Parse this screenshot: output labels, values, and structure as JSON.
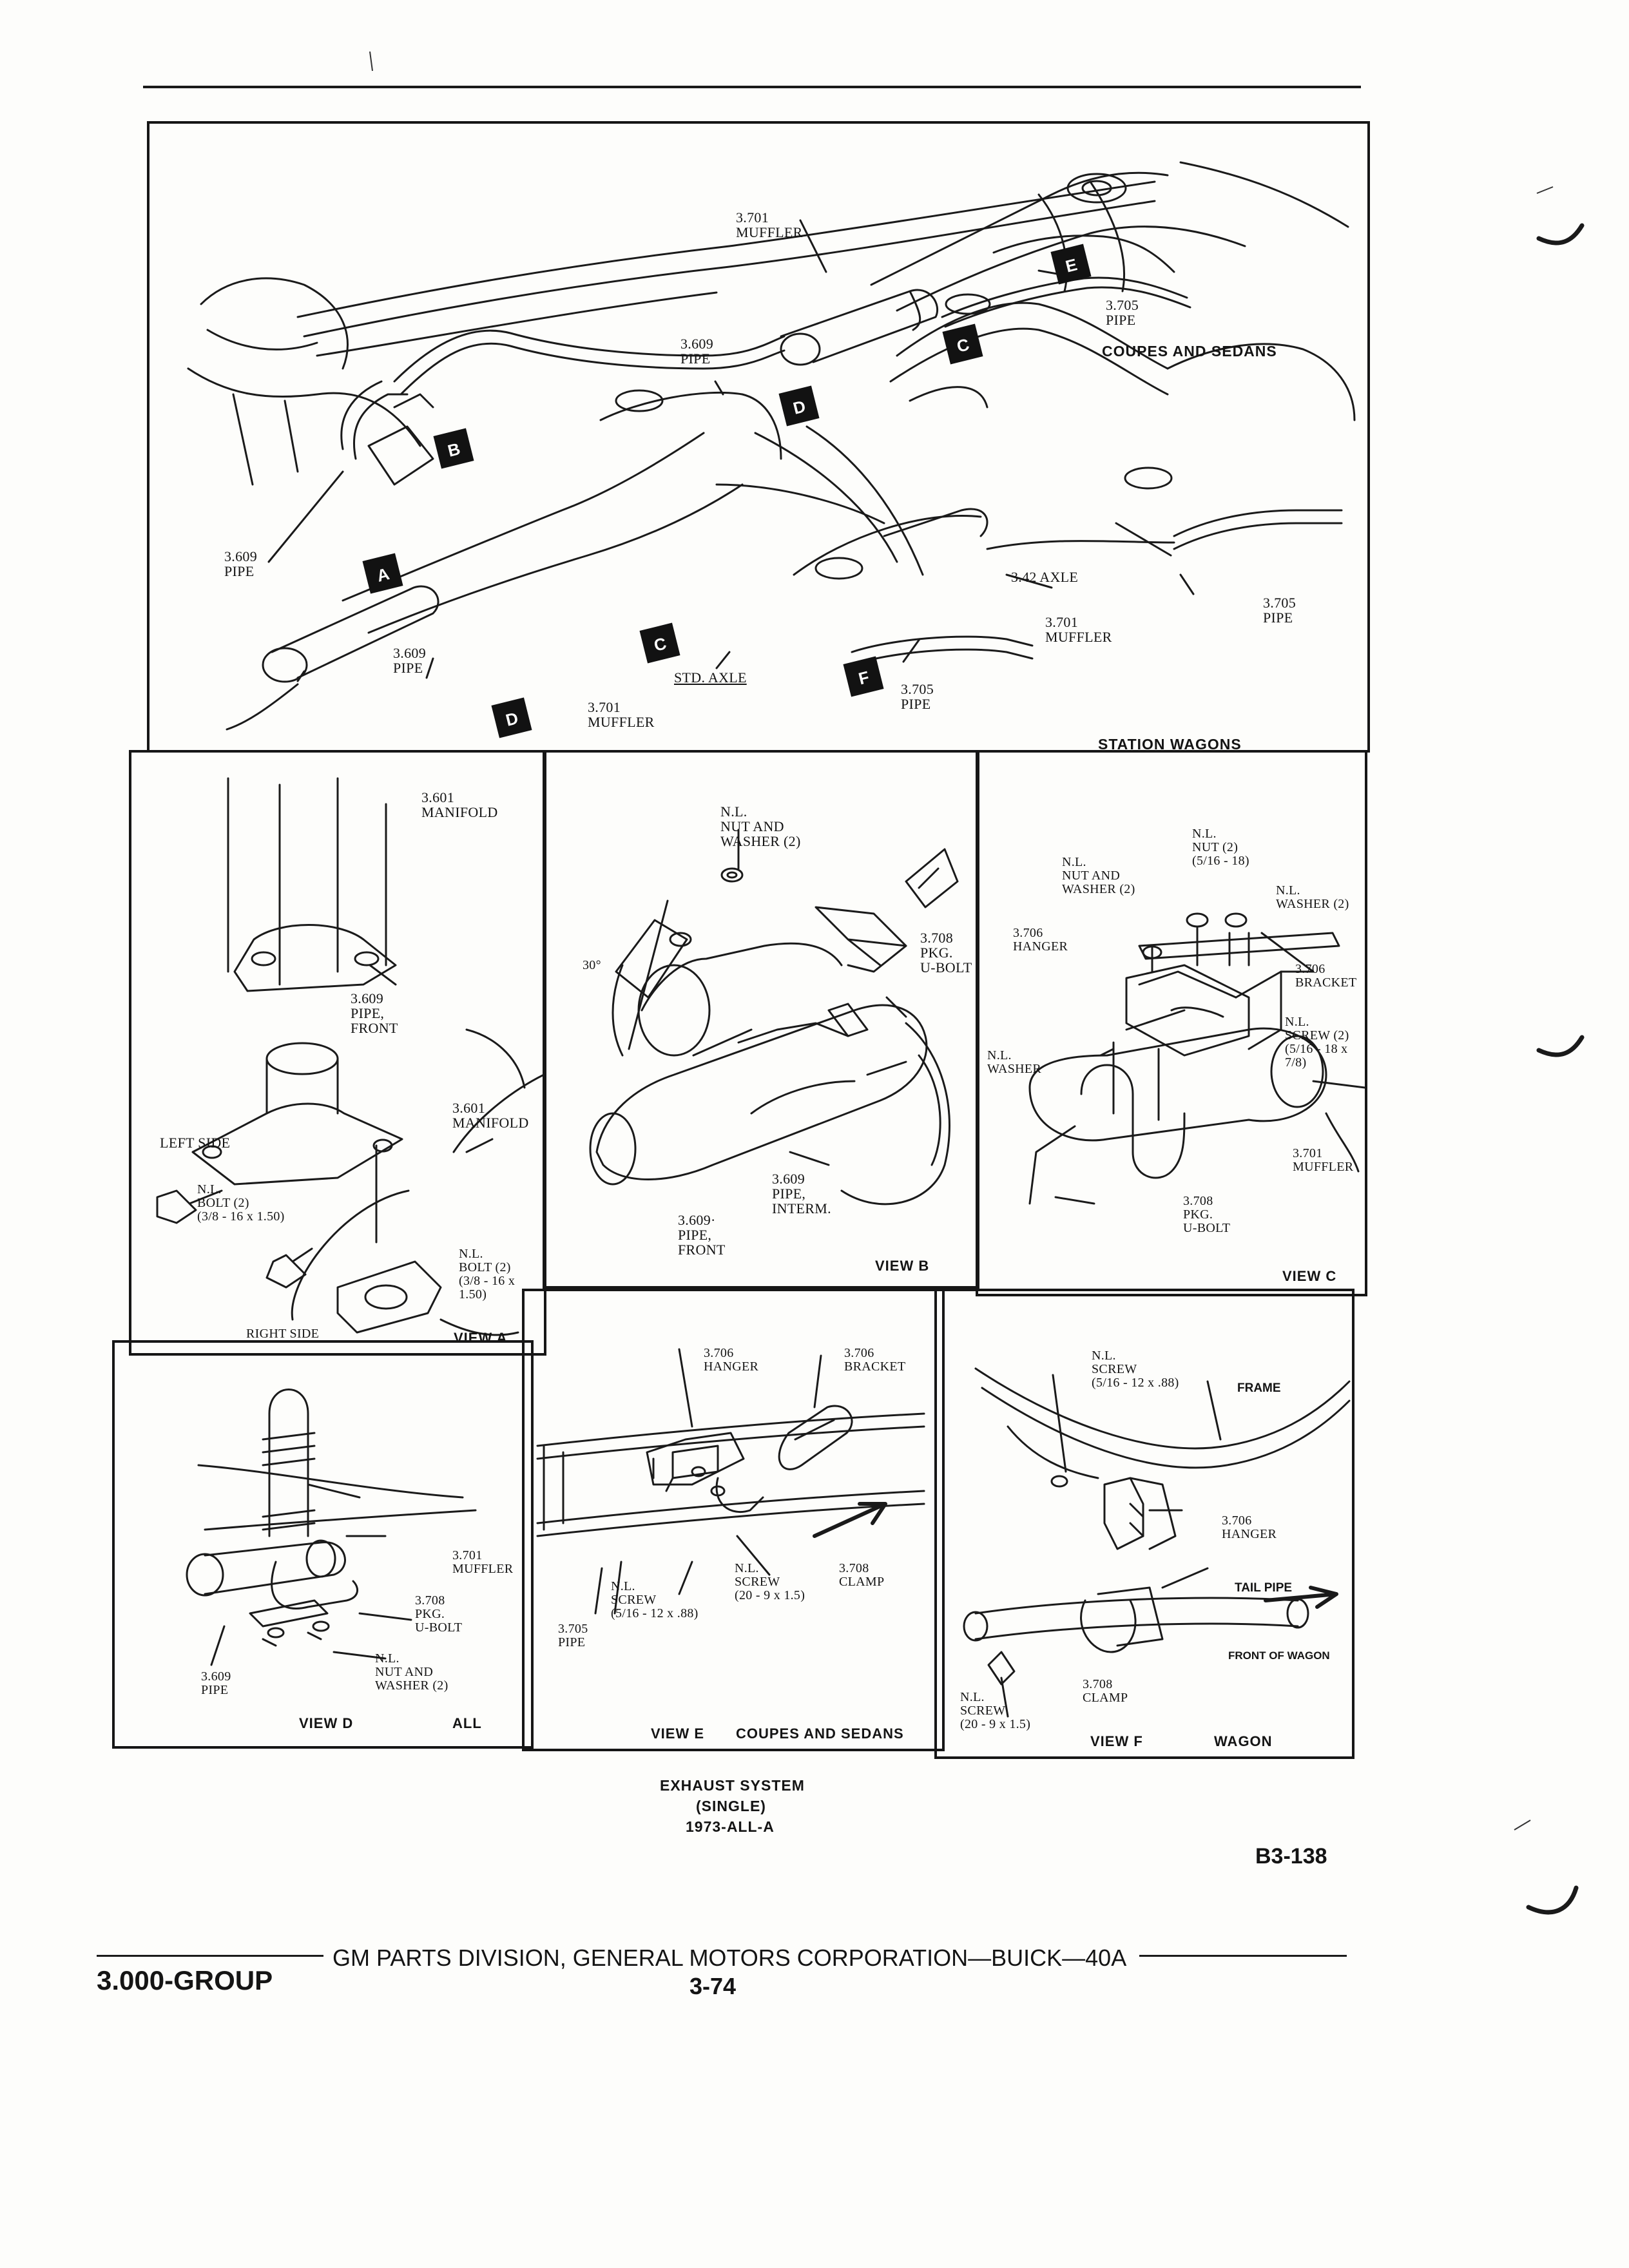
{
  "main_diagram": {
    "labels": {
      "muffler_top": "3.701\nMUFFLER",
      "pipe_3705_top": "3.705\nPIPE",
      "coupes_and_sedans": "COUPES AND SEDANS",
      "pipe_3609_mid": "3.609\nPIPE",
      "pipe_3609_left": "3.609\nPIPE",
      "axle_342": "3.42 AXLE",
      "muffler_right": "3.701\nMUFFLER",
      "pipe_3705_right": "3.705\nPIPE",
      "pipe_3609_lower": "3.609\nPIPE",
      "std_axle": "STD. AXLE",
      "pipe_3705_lower": "3.705\nPIPE",
      "muffler_lower": "3.701\nMUFFLER",
      "station_wagons": "STATION WAGONS"
    },
    "view_tags": [
      "A",
      "B",
      "C",
      "C",
      "D",
      "D",
      "E",
      "F"
    ]
  },
  "view_a": {
    "labels": {
      "manifold_top": "3.601\nMANIFOLD",
      "pipe_front": "3.609\nPIPE,\nFRONT",
      "manifold_right": "3.601\nMANIFOLD",
      "left_side": "LEFT SIDE",
      "bolt_left": "N.L.\nBOLT (2)\n(3/8 - 16 x 1.50)",
      "bolt_right": "N.L.\nBOLT (2)\n(3/8 - 16 x\n1.50)",
      "right_side": "RIGHT SIDE"
    },
    "caption": "VIEW A"
  },
  "view_b": {
    "labels": {
      "nut_washer": "N.L.\nNUT AND\nWASHER (2)",
      "ubolt": "3.708\nPKG.\nU-BOLT",
      "angle": "30°",
      "pipe_interm": "3.609\nPIPE,\nINTERM.",
      "pipe_front": "3.609·\nPIPE,\nFRONT"
    },
    "caption": "VIEW B"
  },
  "view_c": {
    "labels": {
      "nut": "N.L.\nNUT (2)\n(5/16 - 18)",
      "nut_washer": "N.L.\nNUT AND\nWASHER (2)",
      "washer_right": "N.L.\nWASHER (2)",
      "hanger": "3.706\nHANGER",
      "bracket": "3.706\nBRACKET",
      "screw": "N.L.\nSCREW (2)\n(5/16 - 18 x\n7/8)",
      "washer_left": "N.L.\nWASHER",
      "muffler": "3.701\nMUFFLER",
      "ubolt": "3.708\nPKG.\nU-BOLT"
    },
    "caption": "VIEW C"
  },
  "view_d": {
    "labels": {
      "muffler": "3.701\nMUFFLER",
      "ubolt": "3.708\nPKG.\nU-BOLT",
      "pipe": "3.609\nPIPE",
      "nut_washer": "N.L.\nNUT AND\nWASHER (2)"
    },
    "caption": "VIEW D",
    "caption_right": "ALL"
  },
  "view_e": {
    "labels": {
      "hanger": "3.706\nHANGER",
      "bracket": "3.706\nBRACKET",
      "screw_small": "N.L.\nSCREW\n(20 - 9 x 1.5)",
      "clamp": "3.708\nCLAMP",
      "screw_large": "N.L.\nSCREW\n(5/16 - 12 x .88)",
      "pipe": "3.705\nPIPE"
    },
    "caption": "VIEW E",
    "caption_right": "COUPES AND SEDANS"
  },
  "view_f": {
    "labels": {
      "screw_top": "N.L.\nSCREW\n(5/16 - 12 x .88)",
      "frame": "FRAME",
      "hanger": "3.706\nHANGER",
      "tail_pipe": "TAIL PIPE",
      "front_of_wagon": "FRONT OF WAGON",
      "clamp": "3.708\nCLAMP",
      "screw_bottom": "N.L.\nSCREW\n(20 - 9 x 1.5)"
    },
    "caption": "VIEW F",
    "caption_right": "WAGON"
  },
  "figure_title": {
    "line1": "EXHAUST SYSTEM",
    "line2": "(SINGLE)",
    "line3": "1973-ALL-A"
  },
  "figure_code": "B3-138",
  "footer": {
    "group": "3.000-GROUP",
    "division": "GM PARTS DIVISION, GENERAL MOTORS CORPORATION—BUICK—40A",
    "page_number": "3-74"
  }
}
